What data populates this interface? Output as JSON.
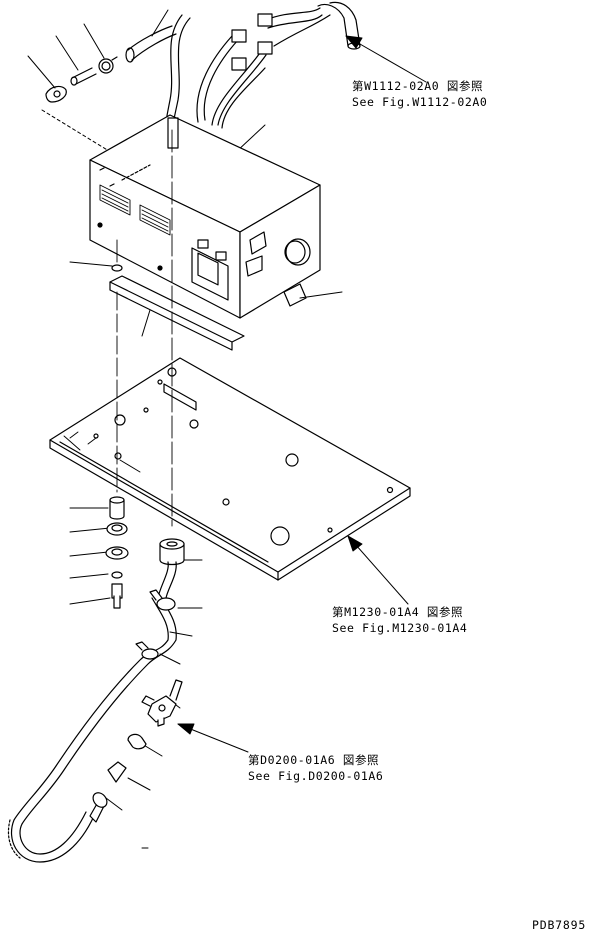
{
  "references": [
    {
      "jp": "第W1112-02A0 図参照",
      "en": "See Fig.W1112-02A0"
    },
    {
      "jp": "第M1230-01A4 図参照",
      "en": "See Fig.M1230-01A4"
    },
    {
      "jp": "第D0200-01A6 図参照",
      "en": "See Fig.D0200-01A6"
    }
  ],
  "document_code": "PDB7895",
  "colors": {
    "ink": "#000000",
    "paper": "#ffffff"
  }
}
